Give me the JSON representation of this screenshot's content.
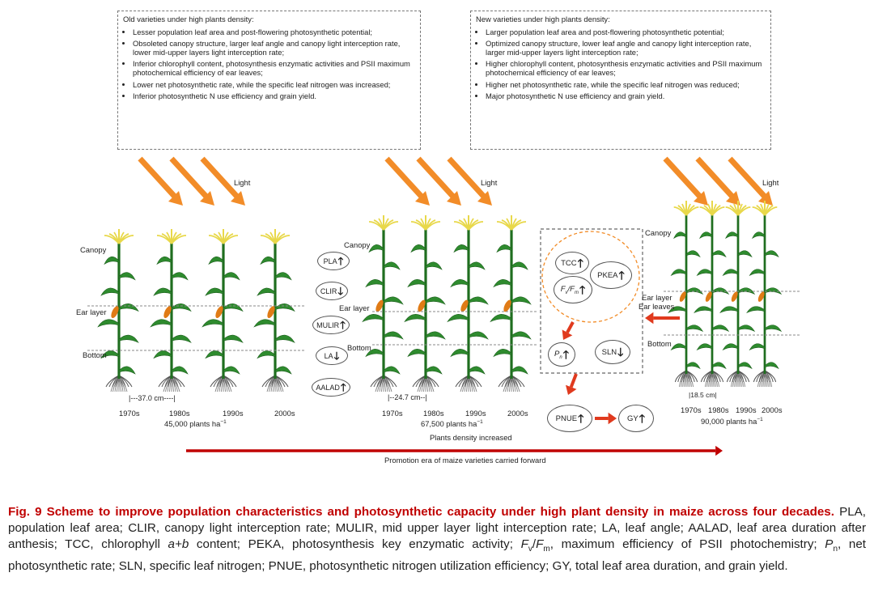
{
  "boxes": {
    "old": {
      "title": "Old varieties under high plants density:",
      "items": [
        "Lesser population leaf area and post-flowering photosynthetic potential;",
        "Obsoleted canopy structure, larger  leaf angle and canopy light interception rate, lower mid-upper layers light interception rate;",
        "Inferior chlorophyll content, photosynthesis enzymatic activities and PSII maximum photochemical efficiency of ear leaves;",
        "Lower net photosynthetic rate, while the specific leaf nitrogen was increased;",
        "Inferior photosynthetic N use efficiency and grain yield."
      ]
    },
    "new": {
      "title": "New varieties under high plants density:",
      "items": [
        "Larger population leaf area and post-flowering photosynthetic potential;",
        "Optimized canopy structure, lower leaf angle and canopy light interception rate, larger mid-upper layers light interception rate;",
        "Higher chlorophyll content, photosynthesis enzymatic activities and PSII maximum photochemical efficiency of ear leaves;",
        "Higher net photosynthetic rate, while the specific leaf nitrogen was reduced;",
        "Major photosynthetic N use efficiency and grain yield."
      ]
    }
  },
  "light_label": "Light",
  "layers": {
    "canopy": "Canopy",
    "ear": "Ear layer",
    "bottom": "Bottom",
    "ear_leaves": "Ear leaves"
  },
  "groups": [
    {
      "decades": [
        "1970s",
        "1980s",
        "1990s",
        "2000s"
      ],
      "spacing": "37.0 cm",
      "density": "45,000 plants ha"
    },
    {
      "decades": [
        "1970s",
        "1980s",
        "1990s",
        "2000s"
      ],
      "spacing": "24.7 cm",
      "density": "67,500 plants ha"
    },
    {
      "decades": [
        "1970s",
        "1980s",
        "1990s",
        "2000s"
      ],
      "spacing": "18.5 cm",
      "density": "90,000 plants ha"
    }
  ],
  "density_unit_sup": "−1",
  "traits_left": [
    {
      "name": "PLA",
      "dir": "up"
    },
    {
      "name": "CLIR",
      "dir": "down"
    },
    {
      "name": "MULIR",
      "dir": "up"
    },
    {
      "name": "LA",
      "dir": "down"
    },
    {
      "name": "AALAD",
      "dir": "up"
    }
  ],
  "traits_right": {
    "tcc": {
      "name": "TCC",
      "dir": "up"
    },
    "pkea": {
      "name": "PKEA",
      "dir": "up"
    },
    "fvfm": {
      "f": "F",
      "v": "v",
      "slash": "/F",
      "m": "m",
      "dir": "up"
    },
    "pn": {
      "p": "P",
      "n": "n",
      "dir": "up"
    },
    "sln": {
      "name": "SLN",
      "dir": "down"
    },
    "pnue": {
      "name": "PNUE",
      "dir": "up"
    },
    "gy": {
      "name": "GY",
      "dir": "up"
    }
  },
  "density_increase": "Plants density increased",
  "promotion": "Promotion era of maize varieties carried forward",
  "caption": {
    "head": "Fig. 9  Scheme to improve population characteristics and photosynthetic capacity under high plant density in maize across four decades.",
    "s1": "  PLA, population leaf area; CLIR, canopy light interception rate; MULIR, mid upper layer light interception rate; LA, leaf angle; AALAD, leaf area duration after anthesis; TCC, chlorophyll ",
    "ab": "a+b",
    "s2": " content; PEKA, photosynthesis key enzymatic activity; ",
    "fvfm_f": "F",
    "fvfm_v": "v",
    "fvfm_slash": "/",
    "fvfm_fm": "F",
    "fvfm_m": "m",
    "s3": ", maximum efficiency of PSII photochemistry; ",
    "pn_p": "P",
    "pn_n": "n",
    "s4": ", net photosynthetic rate; SLN, specific leaf nitrogen; PNUE, photosynthetic nitrogen utilization efficiency; GY,  total leaf area duration, and grain yield."
  },
  "colors": {
    "light_arrow": "#f28c28",
    "red_arrow": "#e03a1e",
    "dark_red": "#c00000",
    "leaf": "#2e8b2e",
    "tassel": "#e8d84a",
    "ear": "#e07b16"
  }
}
